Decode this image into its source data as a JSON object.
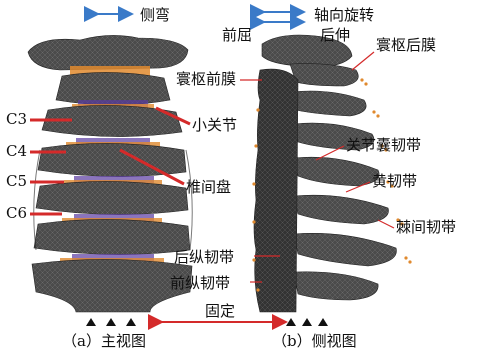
{
  "front_view": {
    "motion_label": "侧弯",
    "vertebra_labels": [
      "C3",
      "C4",
      "C5",
      "C6"
    ],
    "facet_label": "小关节",
    "disc_label": "椎间盘",
    "caption": "（a）主视图"
  },
  "side_view": {
    "axial_rotation_label": "轴向旋转",
    "flexion_label": "前屈",
    "extension_label": "后伸",
    "posterior_atlanto_membrane_label": "寰枢后膜",
    "anterior_atlanto_membrane_label": "寰枢前膜",
    "capsular_ligament_label": "关节囊韧带",
    "ligamentum_flavum_label": "黄韧带",
    "interspinous_ligament_label": "棘间韧带",
    "posterior_longitudinal_label": "后纵韧带",
    "anterior_longitudinal_label": "前纵韧带",
    "caption": "（b）侧视图"
  },
  "fixed_label": "固定",
  "colors": {
    "bone": "#4a4a4a",
    "bone_dark": "#2b2b2b",
    "ligament": "#e0892e",
    "disc": "#5a3aa0",
    "leader_line": "#d42a2a",
    "motion_arrow": "#3a7ac8"
  }
}
